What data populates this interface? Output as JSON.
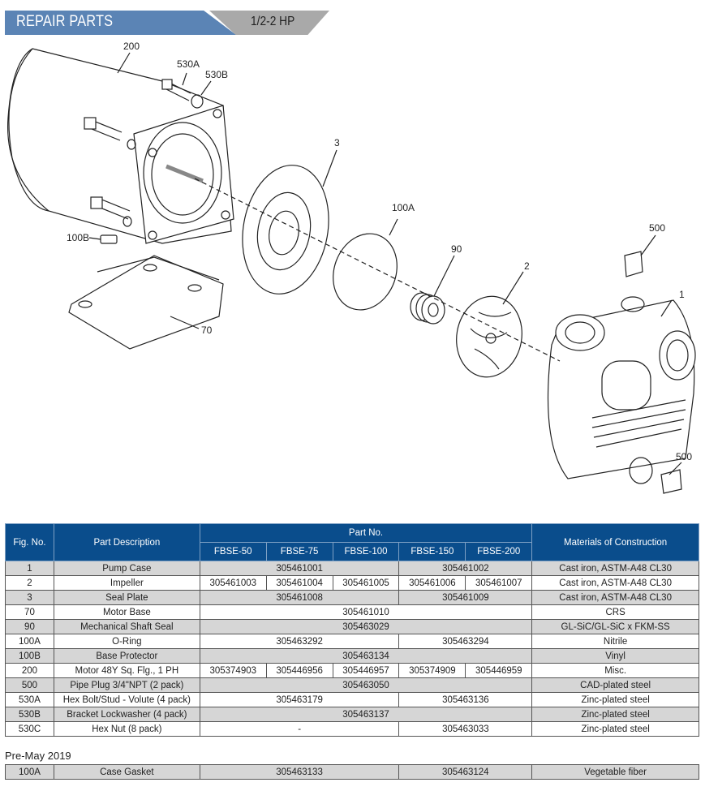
{
  "header": {
    "title": "REPAIR PARTS",
    "hp_range": "1/2-2 HP"
  },
  "diagram_labels": {
    "l200": "200",
    "l530A": "530A",
    "l530B": "530B",
    "l3": "3",
    "l100A": "100A",
    "l90": "90",
    "l2": "2",
    "l500a": "500",
    "l1": "1",
    "l500b": "500",
    "l100B": "100B",
    "l70": "70"
  },
  "table": {
    "headers": {
      "fig_no": "Fig. No.",
      "part_desc": "Part Description",
      "part_no": "Part No.",
      "materials": "Materials of Construction"
    },
    "models": [
      "FBSE-50",
      "FBSE-75",
      "FBSE-100",
      "FBSE-150",
      "FBSE-200"
    ],
    "rows": [
      {
        "fig": "1",
        "desc": "Pump Case",
        "p_a": "305461001",
        "p_b": "305461002",
        "mat": "Cast iron, ASTM-A48 CL30"
      },
      {
        "fig": "2",
        "desc": "Impeller",
        "p1": "305461003",
        "p2": "305461004",
        "p3": "305461005",
        "p4": "305461006",
        "p5": "305461007",
        "mat": "Cast iron, ASTM-A48 CL30"
      },
      {
        "fig": "3",
        "desc": "Seal Plate",
        "p_a": "305461008",
        "p_b": "305461009",
        "mat": "Cast iron, ASTM-A48 CL30"
      },
      {
        "fig": "70",
        "desc": "Motor Base",
        "p_all": "305461010",
        "mat": "CRS"
      },
      {
        "fig": "90",
        "desc": "Mechanical Shaft Seal",
        "p_all": "305463029",
        "mat": "GL-SiC/GL-SiC x FKM-SS"
      },
      {
        "fig": "100A",
        "desc": "O-Ring",
        "p_a": "305463292",
        "p_b": "305463294",
        "mat": "Nitrile"
      },
      {
        "fig": "100B",
        "desc": "Base Protector",
        "p_all": "305463134",
        "mat": "Vinyl"
      },
      {
        "fig": "200",
        "desc": "Motor 48Y Sq. Flg., 1 PH",
        "p1": "305374903",
        "p2": "305446956",
        "p3": "305446957",
        "p4": "305374909",
        "p5": "305446959",
        "mat": "Misc."
      },
      {
        "fig": "500",
        "desc": "Pipe Plug 3/4\"NPT (2 pack)",
        "p_all": "305463050",
        "mat": "CAD-plated steel"
      },
      {
        "fig": "530A",
        "desc": "Hex Bolt/Stud - Volute (4 pack)",
        "p_a": "305463179",
        "p_b": "305463136",
        "mat": "Zinc-plated steel"
      },
      {
        "fig": "530B",
        "desc": "Bracket Lockwasher (4 pack)",
        "p_all": "305463137",
        "mat": "Zinc-plated steel"
      },
      {
        "fig": "530C",
        "desc": "Hex Nut (8 pack)",
        "p_a": "-",
        "p_b": "305463033",
        "mat": "Zinc-plated steel"
      }
    ]
  },
  "pre_may": {
    "title": "Pre-May 2019",
    "row": {
      "fig": "100A",
      "desc": "Case Gasket",
      "p_a": "305463133",
      "p_b": "305463124",
      "mat": "Vegetable fiber"
    }
  }
}
